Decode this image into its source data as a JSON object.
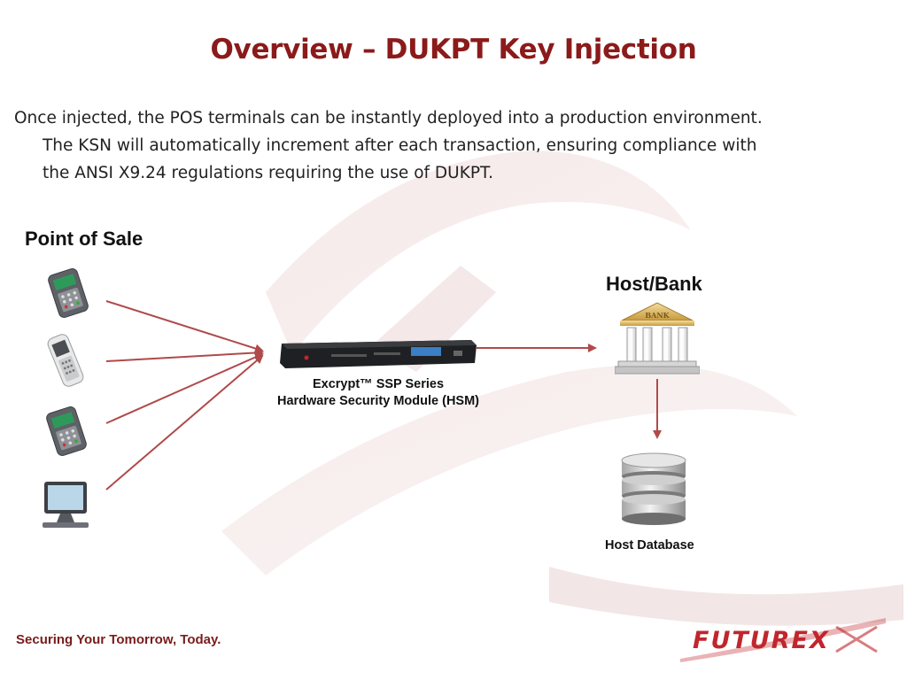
{
  "slide": {
    "title": "Overview – DUKPT Key Injection",
    "body_line1": "Once injected, the POS terminals can be instantly deployed into a production environment.",
    "body_line2": "The KSN will automatically increment after each transaction, ensuring compliance with",
    "body_line3": "the ANSI X9.24 regulations requiring the use of DUKPT."
  },
  "diagram": {
    "pos_heading": "Point of Sale",
    "host_heading": "Host/Bank",
    "hsm_line1": "Excrypt™ SSP Series",
    "hsm_line2": "Hardware Security Module (HSM)",
    "db_label": "Host Database",
    "bank_sign": "BANK",
    "devices": [
      "card-terminal-icon",
      "mobile-phone-icon",
      "card-terminal-icon",
      "pos-monitor-icon"
    ]
  },
  "footer": {
    "tagline": "Securing Your Tomorrow, Today.",
    "logo_text": "FUTUREX"
  },
  "colors": {
    "title": "#8b1a1a",
    "arrow": "#b04a4a",
    "accent": "#c0262c"
  }
}
